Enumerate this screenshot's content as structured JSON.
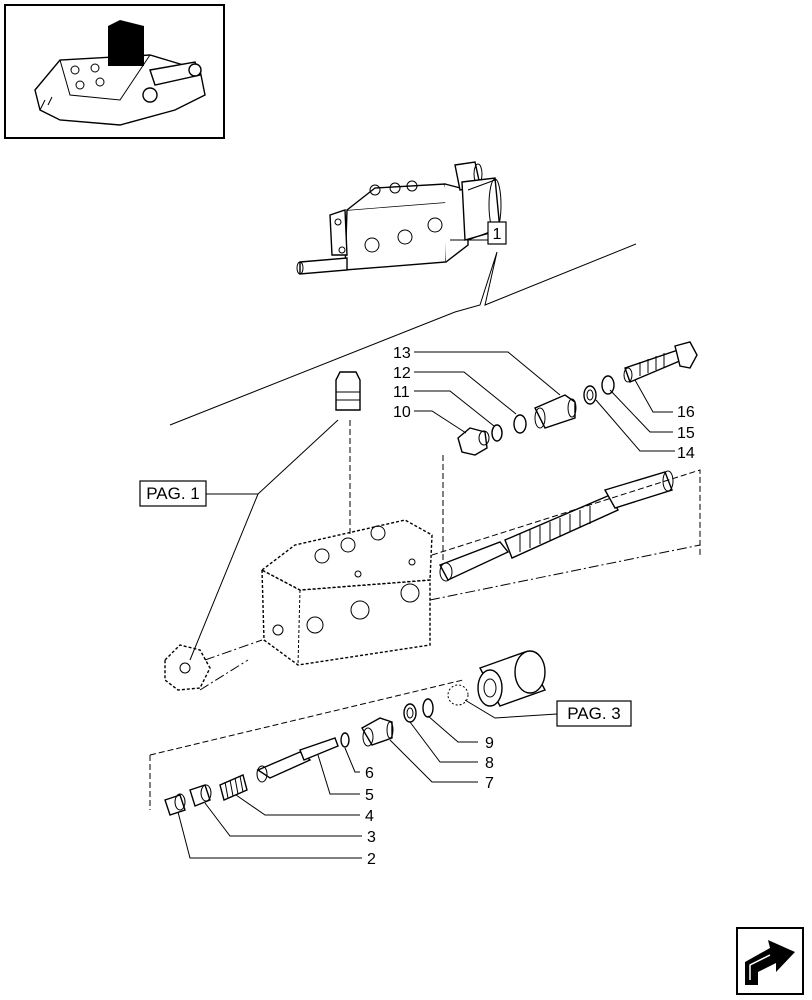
{
  "callouts": {
    "assembly": "1",
    "parts": [
      "2",
      "3",
      "4",
      "5",
      "6",
      "7",
      "8",
      "9",
      "10",
      "11",
      "12",
      "13",
      "14",
      "15",
      "16"
    ]
  },
  "references": {
    "pag1": "PAG. 1",
    "pag3": "PAG. 3"
  },
  "icons": {
    "thumbnail": "tractor-lift-thumbnail-icon",
    "next_page": "next-page-arrow-icon"
  }
}
